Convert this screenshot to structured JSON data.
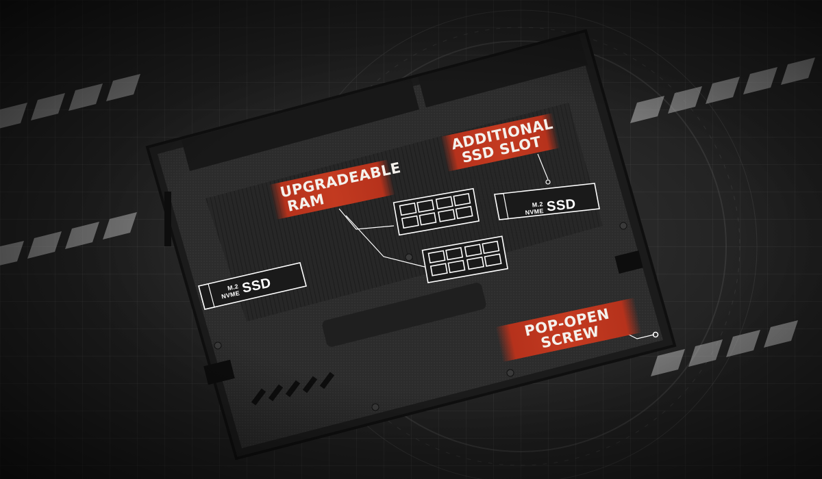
{
  "callouts": {
    "ram": {
      "line1": "UPGRADEABLE",
      "line2": "RAM"
    },
    "additional_ssd": {
      "line1": "ADDITIONAL",
      "line2": "SSD SLOT"
    },
    "screw": {
      "line1": "POP-OPEN SCREW"
    }
  },
  "ssd_left": {
    "spec_line1": "M.2",
    "spec_line2": "NVME",
    "label": "SSD"
  },
  "ssd_right": {
    "spec_line1": "M.2",
    "spec_line2": "NVME",
    "label": "SSD"
  },
  "colors": {
    "accent_brush": "#c33a20",
    "background": "#1e1e1e",
    "chassis": "#2a2a2a",
    "outline": "#ffffff"
  }
}
